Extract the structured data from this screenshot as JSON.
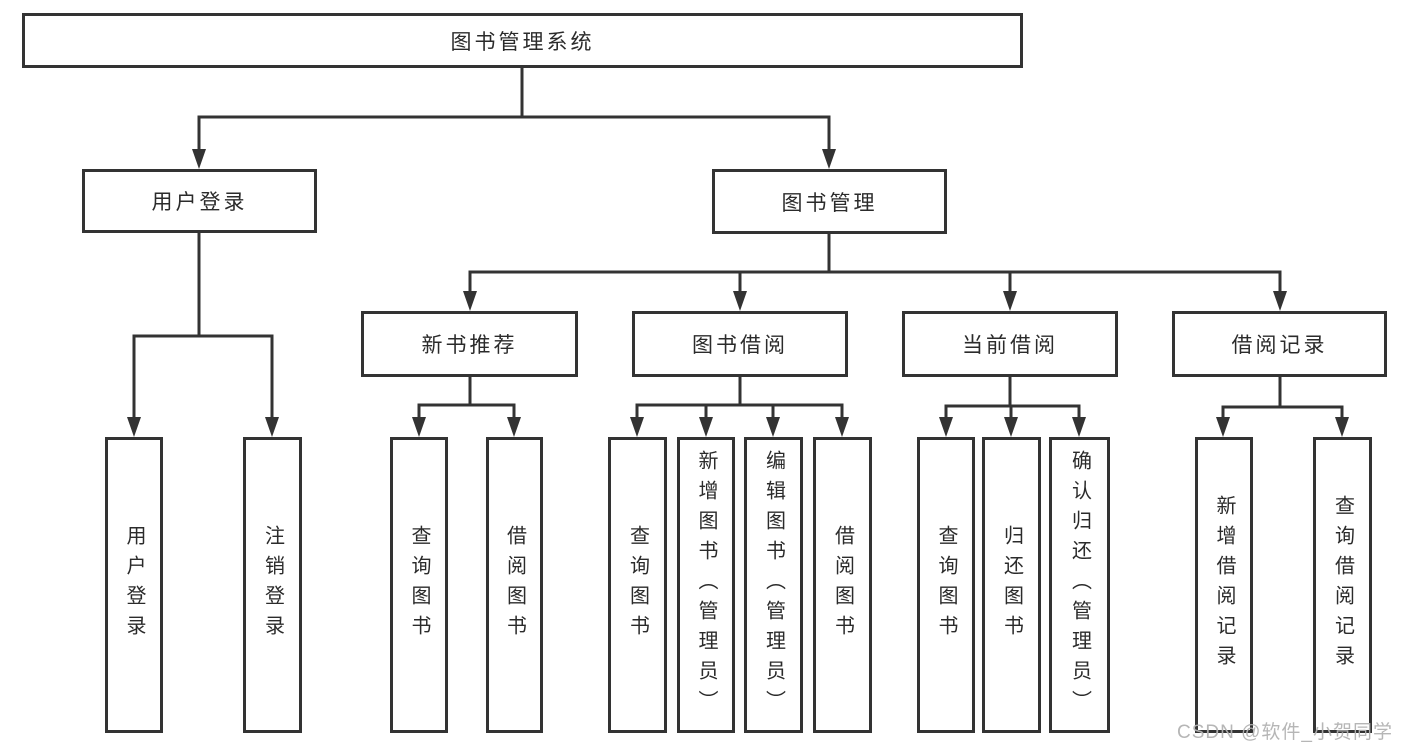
{
  "diagram": {
    "root_label": "图书管理系统",
    "level2": [
      "用户登录",
      "图书管理"
    ],
    "level3": [
      "新书推荐",
      "图书借阅",
      "当前借阅",
      "借阅记录"
    ],
    "leaves": {
      "user_login": [
        "用户登录",
        "注销登录"
      ],
      "new_book_rec": [
        "查询图书",
        "借阅图书"
      ],
      "book_borrow": [
        "查询图书",
        "新增图书（管理员）",
        "编辑图书（管理员）",
        "借阅图书"
      ],
      "current_borrow": [
        "查询图书",
        "归还图书",
        "确认归还（管理员）"
      ],
      "borrow_record": [
        "新增借阅记录",
        "查询借阅记录"
      ]
    }
  },
  "watermark": "CSDN @软件_小贺同学",
  "colors": {
    "line": "#333333",
    "box_border": "#333333",
    "text": "#2b2b2b",
    "background": "#ffffff",
    "watermark": "#b2b2b2"
  }
}
